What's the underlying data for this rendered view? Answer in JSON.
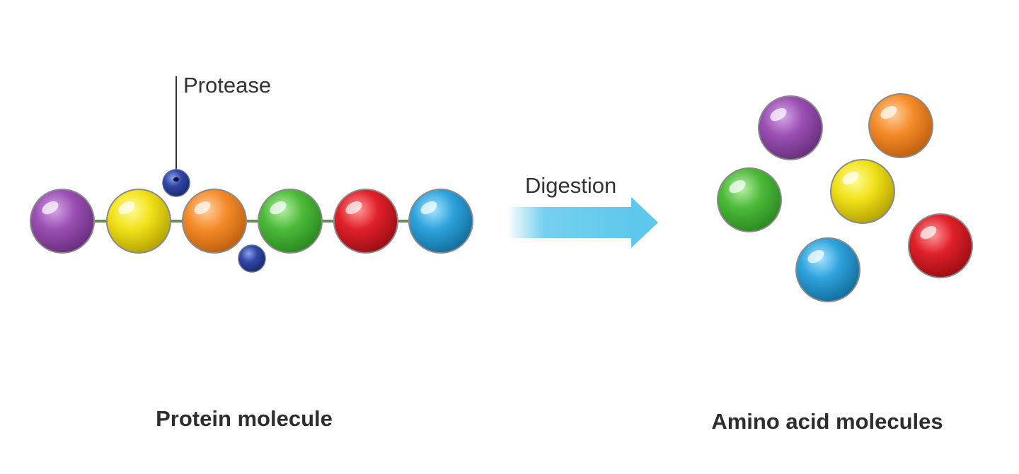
{
  "labels": {
    "protease": "Protease",
    "digestion": "Digestion",
    "protein_molecule": "Protein molecule",
    "amino_acid_molecules": "Amino acid molecules"
  },
  "colors": {
    "purple": {
      "light": "#d6a8e6",
      "base": "#9b4fb3",
      "dark": "#6a2f80"
    },
    "yellow": {
      "light": "#fffb9c",
      "base": "#f2e21a",
      "dark": "#b5a400"
    },
    "orange": {
      "light": "#ffd0a0",
      "base": "#f58c2a",
      "dark": "#c0600e"
    },
    "green": {
      "light": "#b8f0a8",
      "base": "#4dba3a",
      "dark": "#2a8a20"
    },
    "red": {
      "light": "#ff9a9a",
      "base": "#e0202a",
      "dark": "#9e0e14"
    },
    "blue": {
      "light": "#a8e4ff",
      "base": "#2ea3dc",
      "dark": "#136f9e"
    },
    "enzyme": {
      "light": "#8aa0e8",
      "base": "#3147a6",
      "dark": "#1a2a6e"
    },
    "arrow": "#5ec8ec",
    "bond": "#6a8a5a",
    "outline": "#8a8a8a"
  },
  "protein_chain": [
    "purple",
    "yellow",
    "orange",
    "green",
    "red",
    "blue"
  ],
  "free_amino_acids": [
    "purple",
    "orange",
    "green",
    "yellow",
    "red",
    "blue"
  ]
}
